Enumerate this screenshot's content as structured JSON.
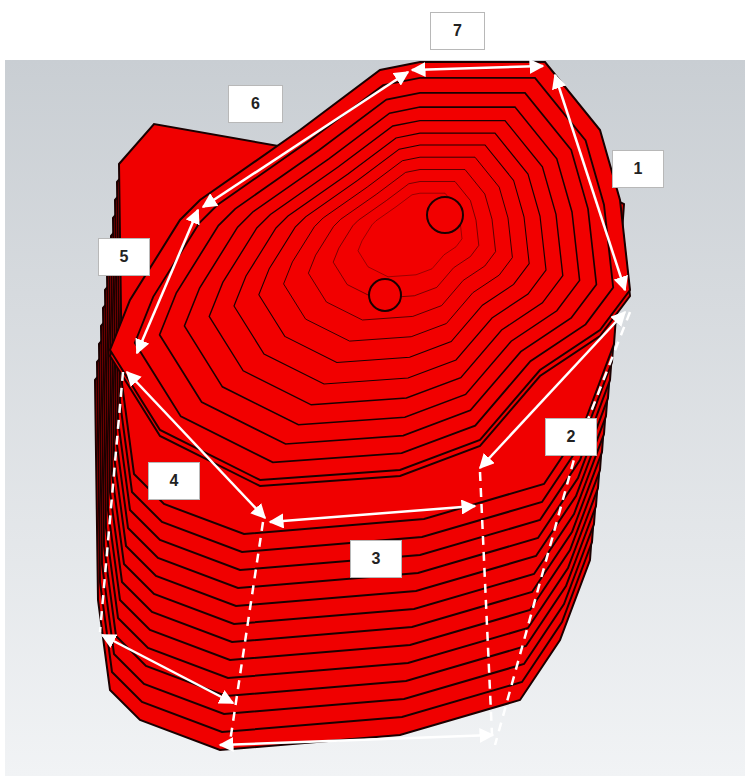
{
  "diagram": {
    "labels": [
      "7",
      "6",
      "1",
      "5",
      "2",
      "4",
      "3"
    ]
  }
}
